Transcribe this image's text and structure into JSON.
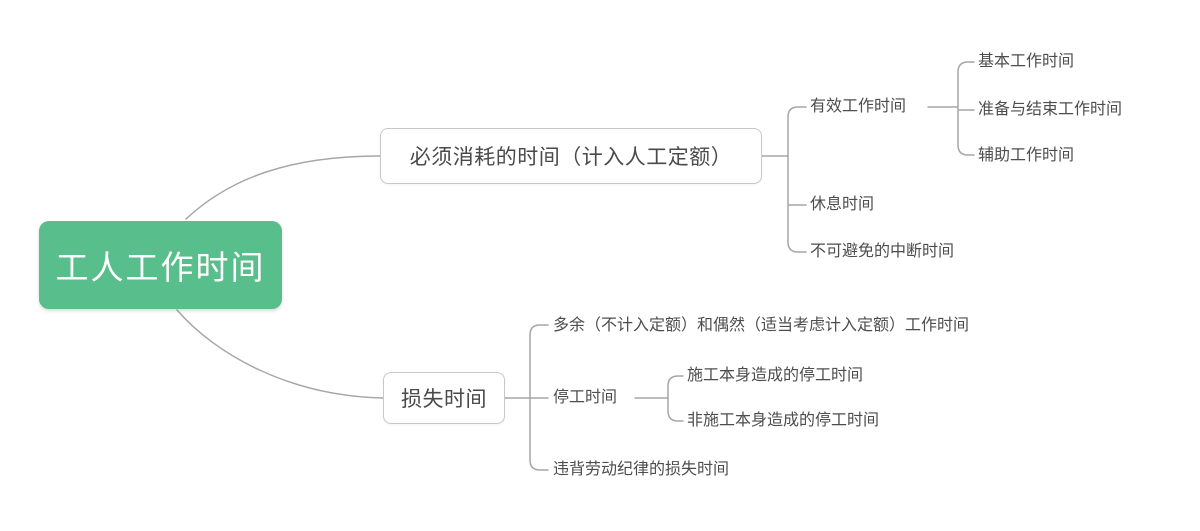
{
  "colors": {
    "background": "#ffffff",
    "root_bg": "#58be8b",
    "root_text": "#ffffff",
    "line": "#a6a6a6",
    "box_bg": "#ffffff",
    "box_border": "#c8c8c8",
    "box_text": "#4a4a4a",
    "label_text": "#4d4d4d"
  },
  "tree": {
    "label": "工人工作时间",
    "children": [
      {
        "label": "必须消耗的时间（计入人工定额）",
        "children": [
          {
            "label": "有效工作时间",
            "children": [
              {
                "label": "基本工作时间",
                "children": []
              },
              {
                "label": "准备与结束工作时间",
                "children": []
              },
              {
                "label": "辅助工作时间",
                "children": []
              }
            ]
          },
          {
            "label": "休息时间",
            "children": []
          },
          {
            "label": "不可避免的中断时间",
            "children": []
          }
        ]
      },
      {
        "label": "损失时间",
        "children": [
          {
            "label": "多余（不计入定额）和偶然（适当考虑计入定额）工作时间",
            "children": []
          },
          {
            "label": "停工时间",
            "children": [
              {
                "label": "施工本身造成的停工时间",
                "children": []
              },
              {
                "label": "非施工本身造成的停工时间",
                "children": []
              }
            ]
          },
          {
            "label": "违背劳动纪律的损失时间",
            "children": []
          }
        ]
      }
    ]
  }
}
